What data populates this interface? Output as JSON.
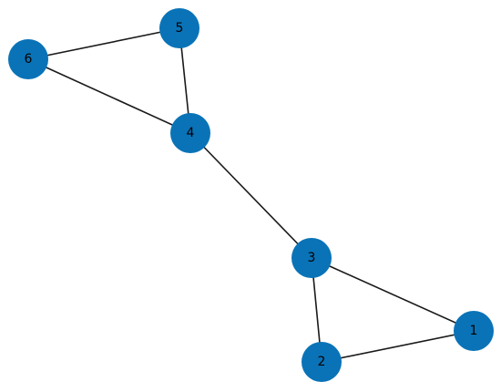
{
  "graph": {
    "node_color": "#0a73b7",
    "edge_color": "#1a1a1a",
    "label_color": "#000000",
    "nodes": [
      {
        "id": "1",
        "label": "1"
      },
      {
        "id": "2",
        "label": "2"
      },
      {
        "id": "3",
        "label": "3"
      },
      {
        "id": "4",
        "label": "4"
      },
      {
        "id": "5",
        "label": "5"
      },
      {
        "id": "6",
        "label": "6"
      }
    ],
    "edges": [
      {
        "source": "6",
        "target": "5"
      },
      {
        "source": "6",
        "target": "4"
      },
      {
        "source": "5",
        "target": "4"
      },
      {
        "source": "4",
        "target": "3"
      },
      {
        "source": "3",
        "target": "1"
      },
      {
        "source": "3",
        "target": "2"
      },
      {
        "source": "2",
        "target": "1"
      }
    ]
  }
}
